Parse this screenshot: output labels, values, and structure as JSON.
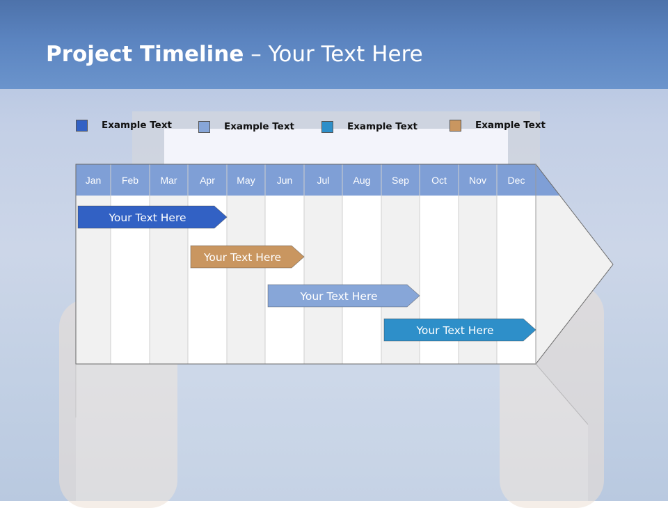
{
  "title": {
    "bold": "Project Timeline",
    "rest": " – Your Text Here"
  },
  "legend": [
    {
      "label": "Example Text",
      "color": "#3261c4"
    },
    {
      "label": "Example Text",
      "color": "#87a6d8"
    },
    {
      "label": "Example Text",
      "color": "#2e8fc9"
    },
    {
      "label": "Example Text",
      "color": "#c99660"
    }
  ],
  "months": [
    "Jan",
    "Feb",
    "Mar",
    "Apr",
    "May",
    "Jun",
    "Jul",
    "Aug",
    "Sep",
    "Oct",
    "Nov",
    "Dec"
  ],
  "bars": [
    {
      "label": "Your  Text Here",
      "color": "#3261c4",
      "start_month": 1.0,
      "end_month": 4.0
    },
    {
      "label": "Your  Text Here",
      "color": "#c99660",
      "start_month": 4.0,
      "end_month": 6.0
    },
    {
      "label": "Your  Text Here",
      "color": "#87a6d8",
      "start_month": 6.0,
      "end_month": 9.0
    },
    {
      "label": "Your  Text Here",
      "color": "#2e8fc9",
      "start_month": 9.0,
      "end_month": 12.0
    }
  ],
  "colors": {
    "header_band": "#7f9fd6",
    "stripe_light": "#f1f1f1",
    "stripe_white": "#ffffff"
  }
}
